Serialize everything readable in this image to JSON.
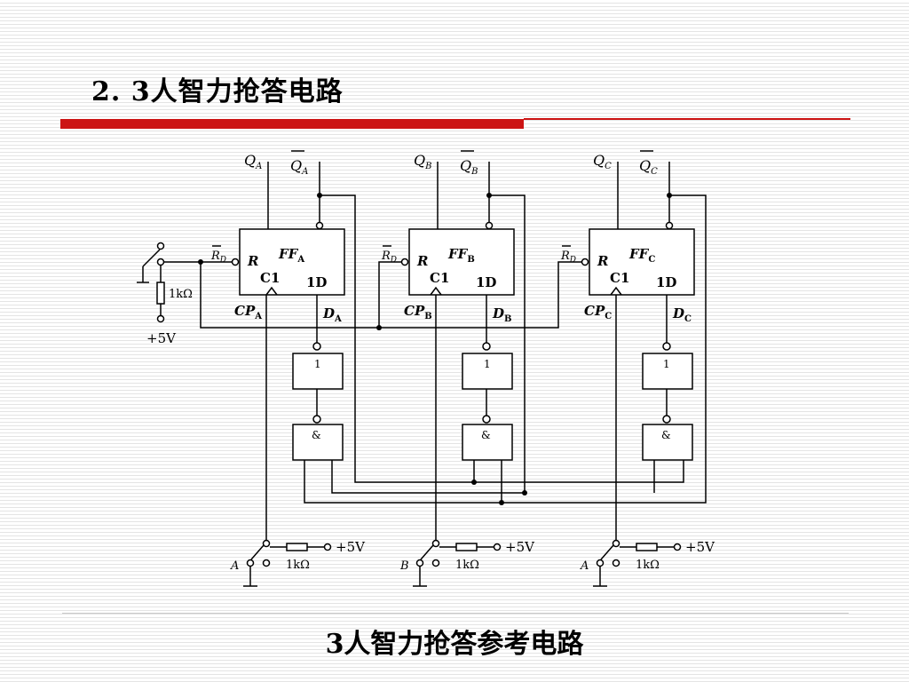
{
  "title": "2. 3人智力抢答电路",
  "caption": "3人智力抢答参考电路",
  "colors": {
    "accent_red": "#cc1414"
  },
  "circuit": {
    "flipflops": [
      {
        "name": "FF",
        "sub": "A",
        "q": "Q",
        "q_sub": "A",
        "cp": "CP",
        "cp_sub": "A",
        "d": "D",
        "d_sub": "A"
      },
      {
        "name": "FF",
        "sub": "B",
        "q": "Q",
        "q_sub": "B",
        "cp": "CP",
        "cp_sub": "B",
        "d": "D",
        "d_sub": "B"
      },
      {
        "name": "FF",
        "sub": "C",
        "q": "Q",
        "q_sub": "C",
        "cp": "CP",
        "cp_sub": "C",
        "d": "D",
        "d_sub": "C"
      }
    ],
    "ff_pins": {
      "r": "R",
      "rd": "R",
      "rd_sub": "D",
      "c1": "C1",
      "d1": "1D"
    },
    "not_gate_label": "1",
    "and_gate_label": "&",
    "switches": [
      "A",
      "B",
      "A"
    ],
    "resistor": "1kΩ",
    "supply": "+5V"
  }
}
